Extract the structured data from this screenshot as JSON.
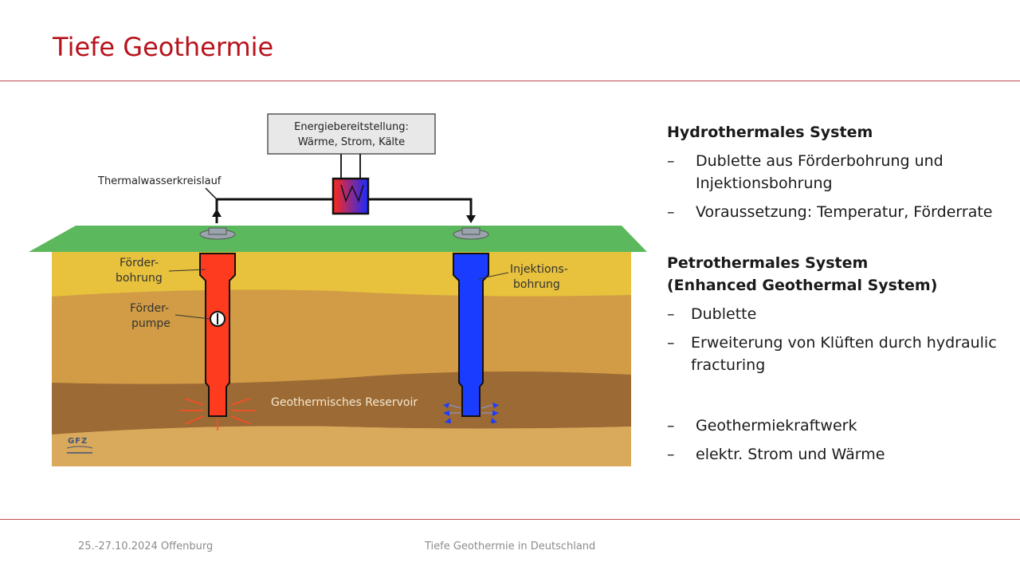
{
  "slide": {
    "title": "Tiefe Geothermie"
  },
  "diagram": {
    "energy_box_line1": "Energiebereitstellung:",
    "energy_box_line2": "Wärme, Strom, Kälte",
    "loop_label": "Thermalwasserkreislauf",
    "production_well_line1": "Förder-",
    "production_well_line2": "bohrung",
    "pump_line1": "Förder-",
    "pump_line2": "pumpe",
    "injection_well_line1": "Injektions-",
    "injection_well_line2": "bohrung",
    "reservoir_label": "Geothermisches Reservoir",
    "logo_text": "GFZ",
    "colors": {
      "surface": "#5cb85c",
      "layer_top": "#e8c23c",
      "layer_mid": "#d4a24a",
      "reservoir": "#9c6a34",
      "bottom": "#d6a557",
      "hot_well": "#ff3b1f",
      "cold_well": "#1a3cff"
    }
  },
  "content": {
    "section1_title": "Hydrothermales System",
    "section1_bullets": [
      "Dublette aus Förderbohrung und Injektionsbohrung",
      "Voraussetzung: Temperatur, Förderrate"
    ],
    "section2_title_line1": "Petrothermales System",
    "section2_title_line2": "(Enhanced Geothermal System)",
    "section2_bullets": [
      "Dublette",
      "Erweiterung von Klüften durch hydraulic fracturing"
    ],
    "section3_bullets": [
      "Geothermiekraftwerk",
      "elektr. Strom und Wärme"
    ],
    "dash": "–"
  },
  "footer": {
    "date_location": "25.-27.10.2024 Offenburg",
    "topic": "Tiefe Geothermie in Deutschland"
  }
}
